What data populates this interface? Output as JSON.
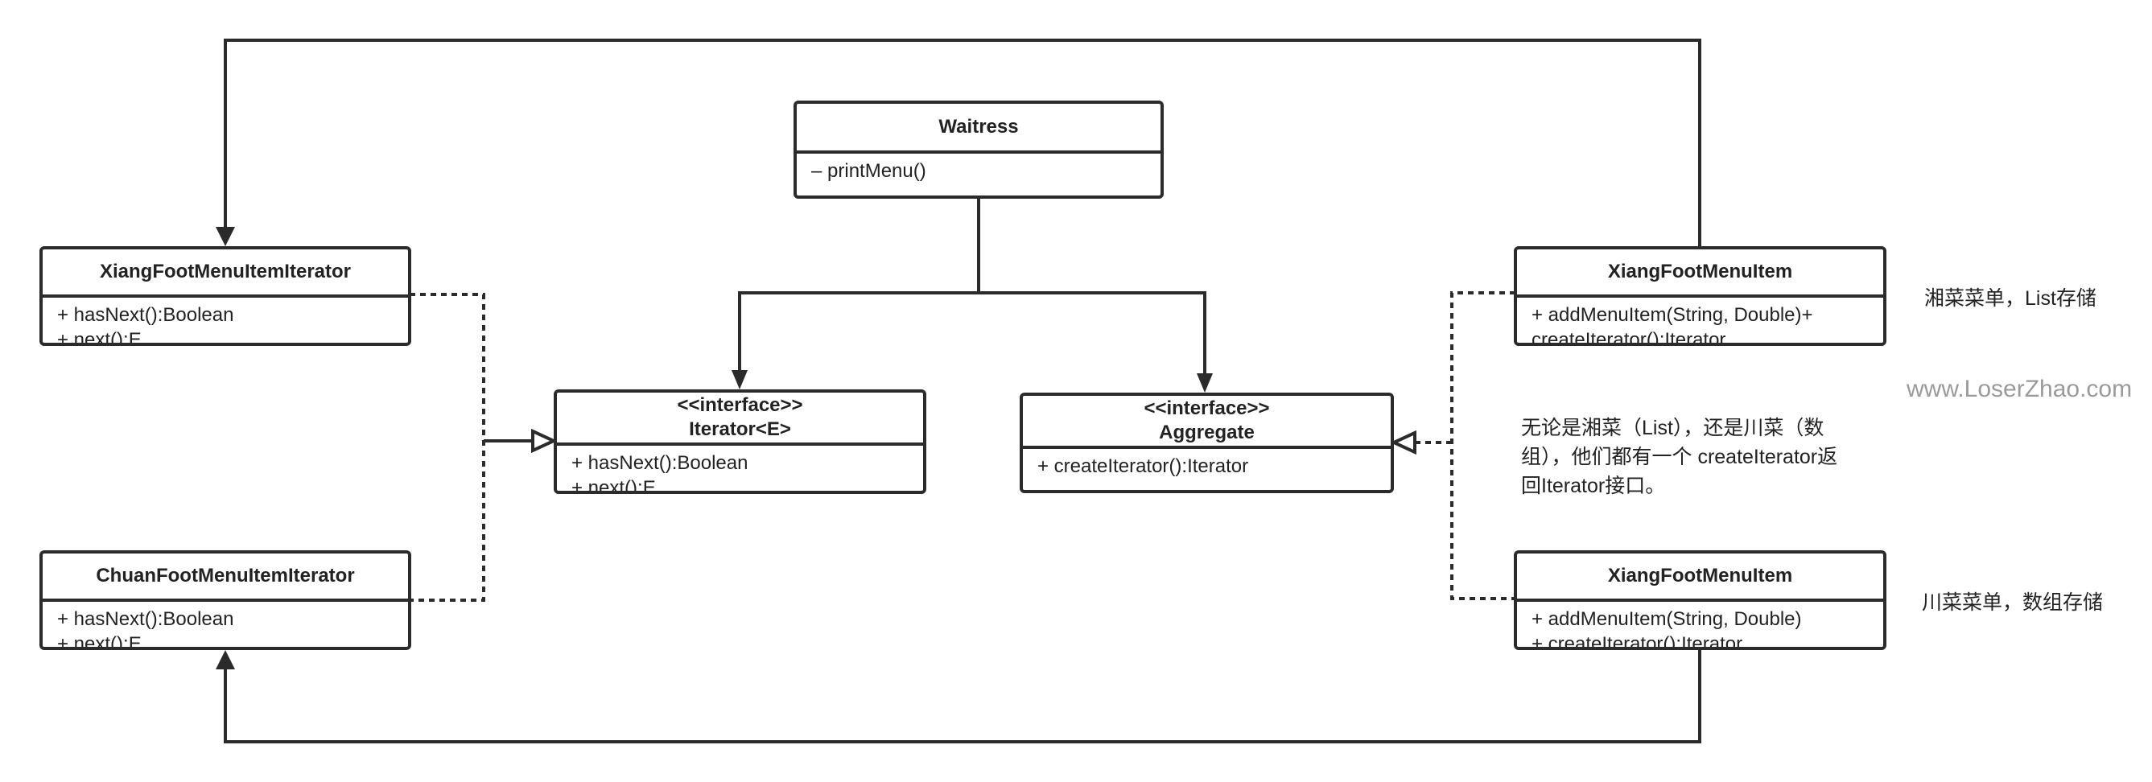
{
  "classes": {
    "waitress": {
      "name": "Waitress",
      "members": [
        "– printMenu()"
      ]
    },
    "xiang_iterator": {
      "name": "XiangFootMenuItemIterator",
      "members": [
        "+ hasNext():Boolean",
        "+ next():E"
      ]
    },
    "chuan_iterator": {
      "name": "ChuanFootMenuItemIterator",
      "members": [
        "+ hasNext():Boolean",
        "+ next():E"
      ]
    },
    "iterator_interface": {
      "stereotype": "<<interface>>",
      "name": "Iterator<E>",
      "members": [
        "+ hasNext():Boolean",
        "+ next():E"
      ]
    },
    "aggregate_interface": {
      "stereotype": "<<interface>>",
      "name": "Aggregate",
      "members": [
        "+ createIterator():Iterator"
      ]
    },
    "xiang_menu_item_top": {
      "name": "XiangFootMenuItem",
      "members": [
        "+ addMenuItem(String, Double)+",
        "createIterator():Iterator"
      ]
    },
    "xiang_menu_item_bottom": {
      "name": "XiangFootMenuItem",
      "members": [
        "+ addMenuItem(String, Double)",
        "+ createIterator():Iterator"
      ]
    }
  },
  "notes": {
    "top_right": "湘菜菜单，List存储",
    "bottom_right": "川菜菜单，数组存储",
    "middle": [
      "无论是湘菜（List），还是川菜（数",
      "组），他们都有一个 createIterator返",
      "回Iterator接口。"
    ]
  },
  "watermark": "www.LoserZhao.com",
  "colors": {
    "line": "#2b2b2b",
    "watermark": "#9a9a9a"
  }
}
